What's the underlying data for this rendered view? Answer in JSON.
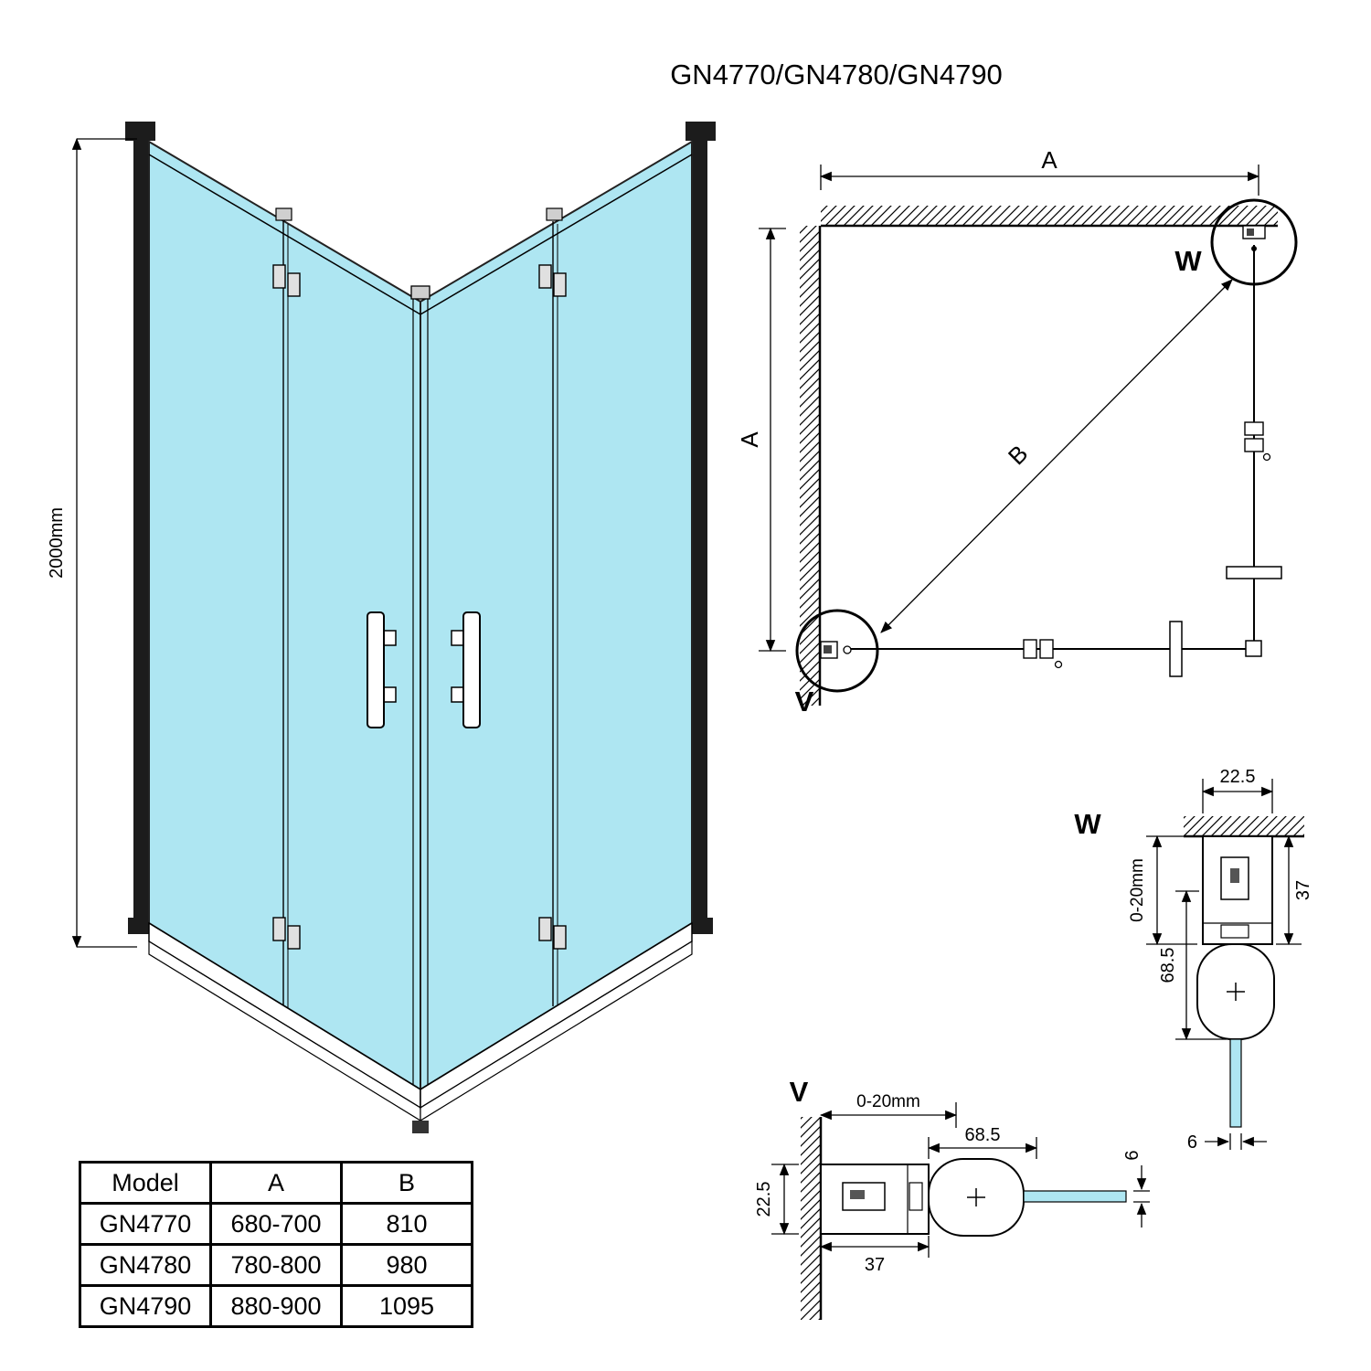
{
  "title": "GN4770/GN4780/GN4790",
  "colors": {
    "glass": "#aee6f2",
    "line": "#000000"
  },
  "front": {
    "height": "2000mm"
  },
  "plan": {
    "dim_a_top": "A",
    "dim_a_side": "A",
    "dim_b": "B",
    "w_label": "W",
    "v_label": "V"
  },
  "details": {
    "w": {
      "label": "W",
      "width": "22.5",
      "depth": "37",
      "total": "68.5",
      "adjust": "0-20mm",
      "glass": "6"
    },
    "v": {
      "label": "V",
      "adjust": "0-20mm",
      "total": "68.5",
      "wall": "22.5",
      "depth": "37",
      "glass": "6"
    }
  },
  "table": {
    "headers": [
      "Model",
      "A",
      "B"
    ],
    "rows": [
      {
        "model": "GN4770",
        "a": "680-700",
        "b": "810"
      },
      {
        "model": "GN4780",
        "a": "780-800",
        "b": "980"
      },
      {
        "model": "GN4790",
        "a": "880-900",
        "b": "1095"
      }
    ]
  }
}
